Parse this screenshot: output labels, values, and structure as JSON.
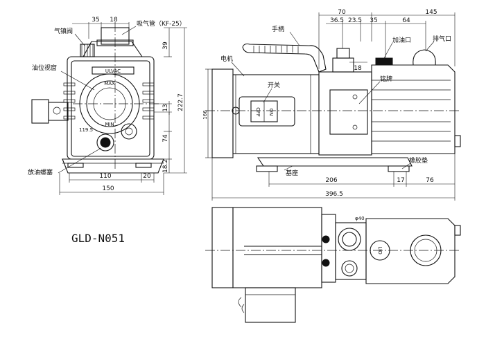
{
  "model": "GLD-N051",
  "labels": {
    "gas_ballast_valve": "气镇阀",
    "intake_pipe": "吸气管（KF-25）",
    "oil_sight_glass": "油位视窗",
    "drain_plug": "放油螺塞",
    "handle": "手柄",
    "motor": "电机",
    "switch": "开关",
    "nameplate": "铭牌",
    "oil_fill_port": "加油口",
    "exhaust_port": "排气口",
    "base": "基座",
    "rubber_pad": "橡胶垫",
    "brand": "ULVAC",
    "max": "MAX",
    "min": "MIN",
    "switch_on": "ON",
    "switch_off": "OFF",
    "lid_text": "LIO"
  },
  "dimensions": {
    "front": {
      "d35": "35",
      "d18": "18",
      "d39": "39",
      "d13": "13",
      "d2227": "222.7",
      "d74": "74",
      "d182": "18.2",
      "d1195": "119.5",
      "d110": "110",
      "d20": "20",
      "d150": "150"
    },
    "side": {
      "d70": "70",
      "d145": "145",
      "d365": "36.5",
      "d235": "23.5",
      "d35": "35",
      "d64": "64",
      "d18": "18",
      "d206": "206",
      "d17": "17",
      "d76": "76",
      "d3965": "396.5",
      "d166": "166"
    },
    "top": {
      "d40": "φ40"
    }
  }
}
